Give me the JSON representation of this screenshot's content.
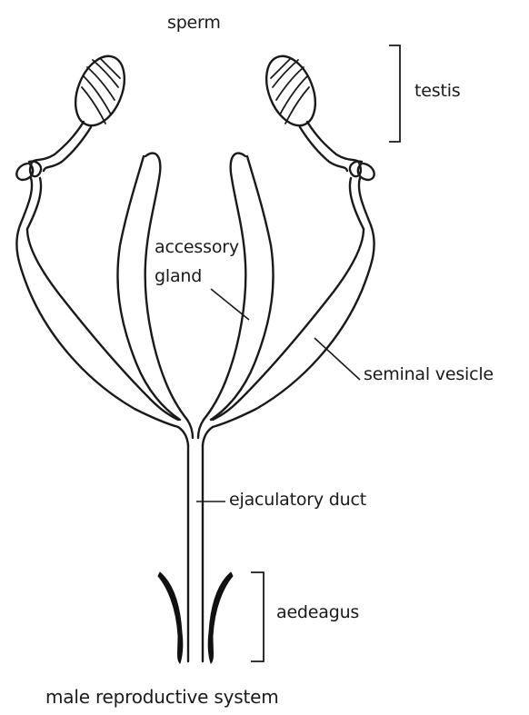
{
  "labels": {
    "sperm": "sperm",
    "testis": "testis",
    "accessory_gland_line1": "accessory",
    "accessory_gland_line2": "gland",
    "seminal_vesicle": "seminal vesicle",
    "ejaculatory_duct": "ejaculatory duct",
    "aedeagus": "aedeagus",
    "caption": "male reproductive system"
  }
}
